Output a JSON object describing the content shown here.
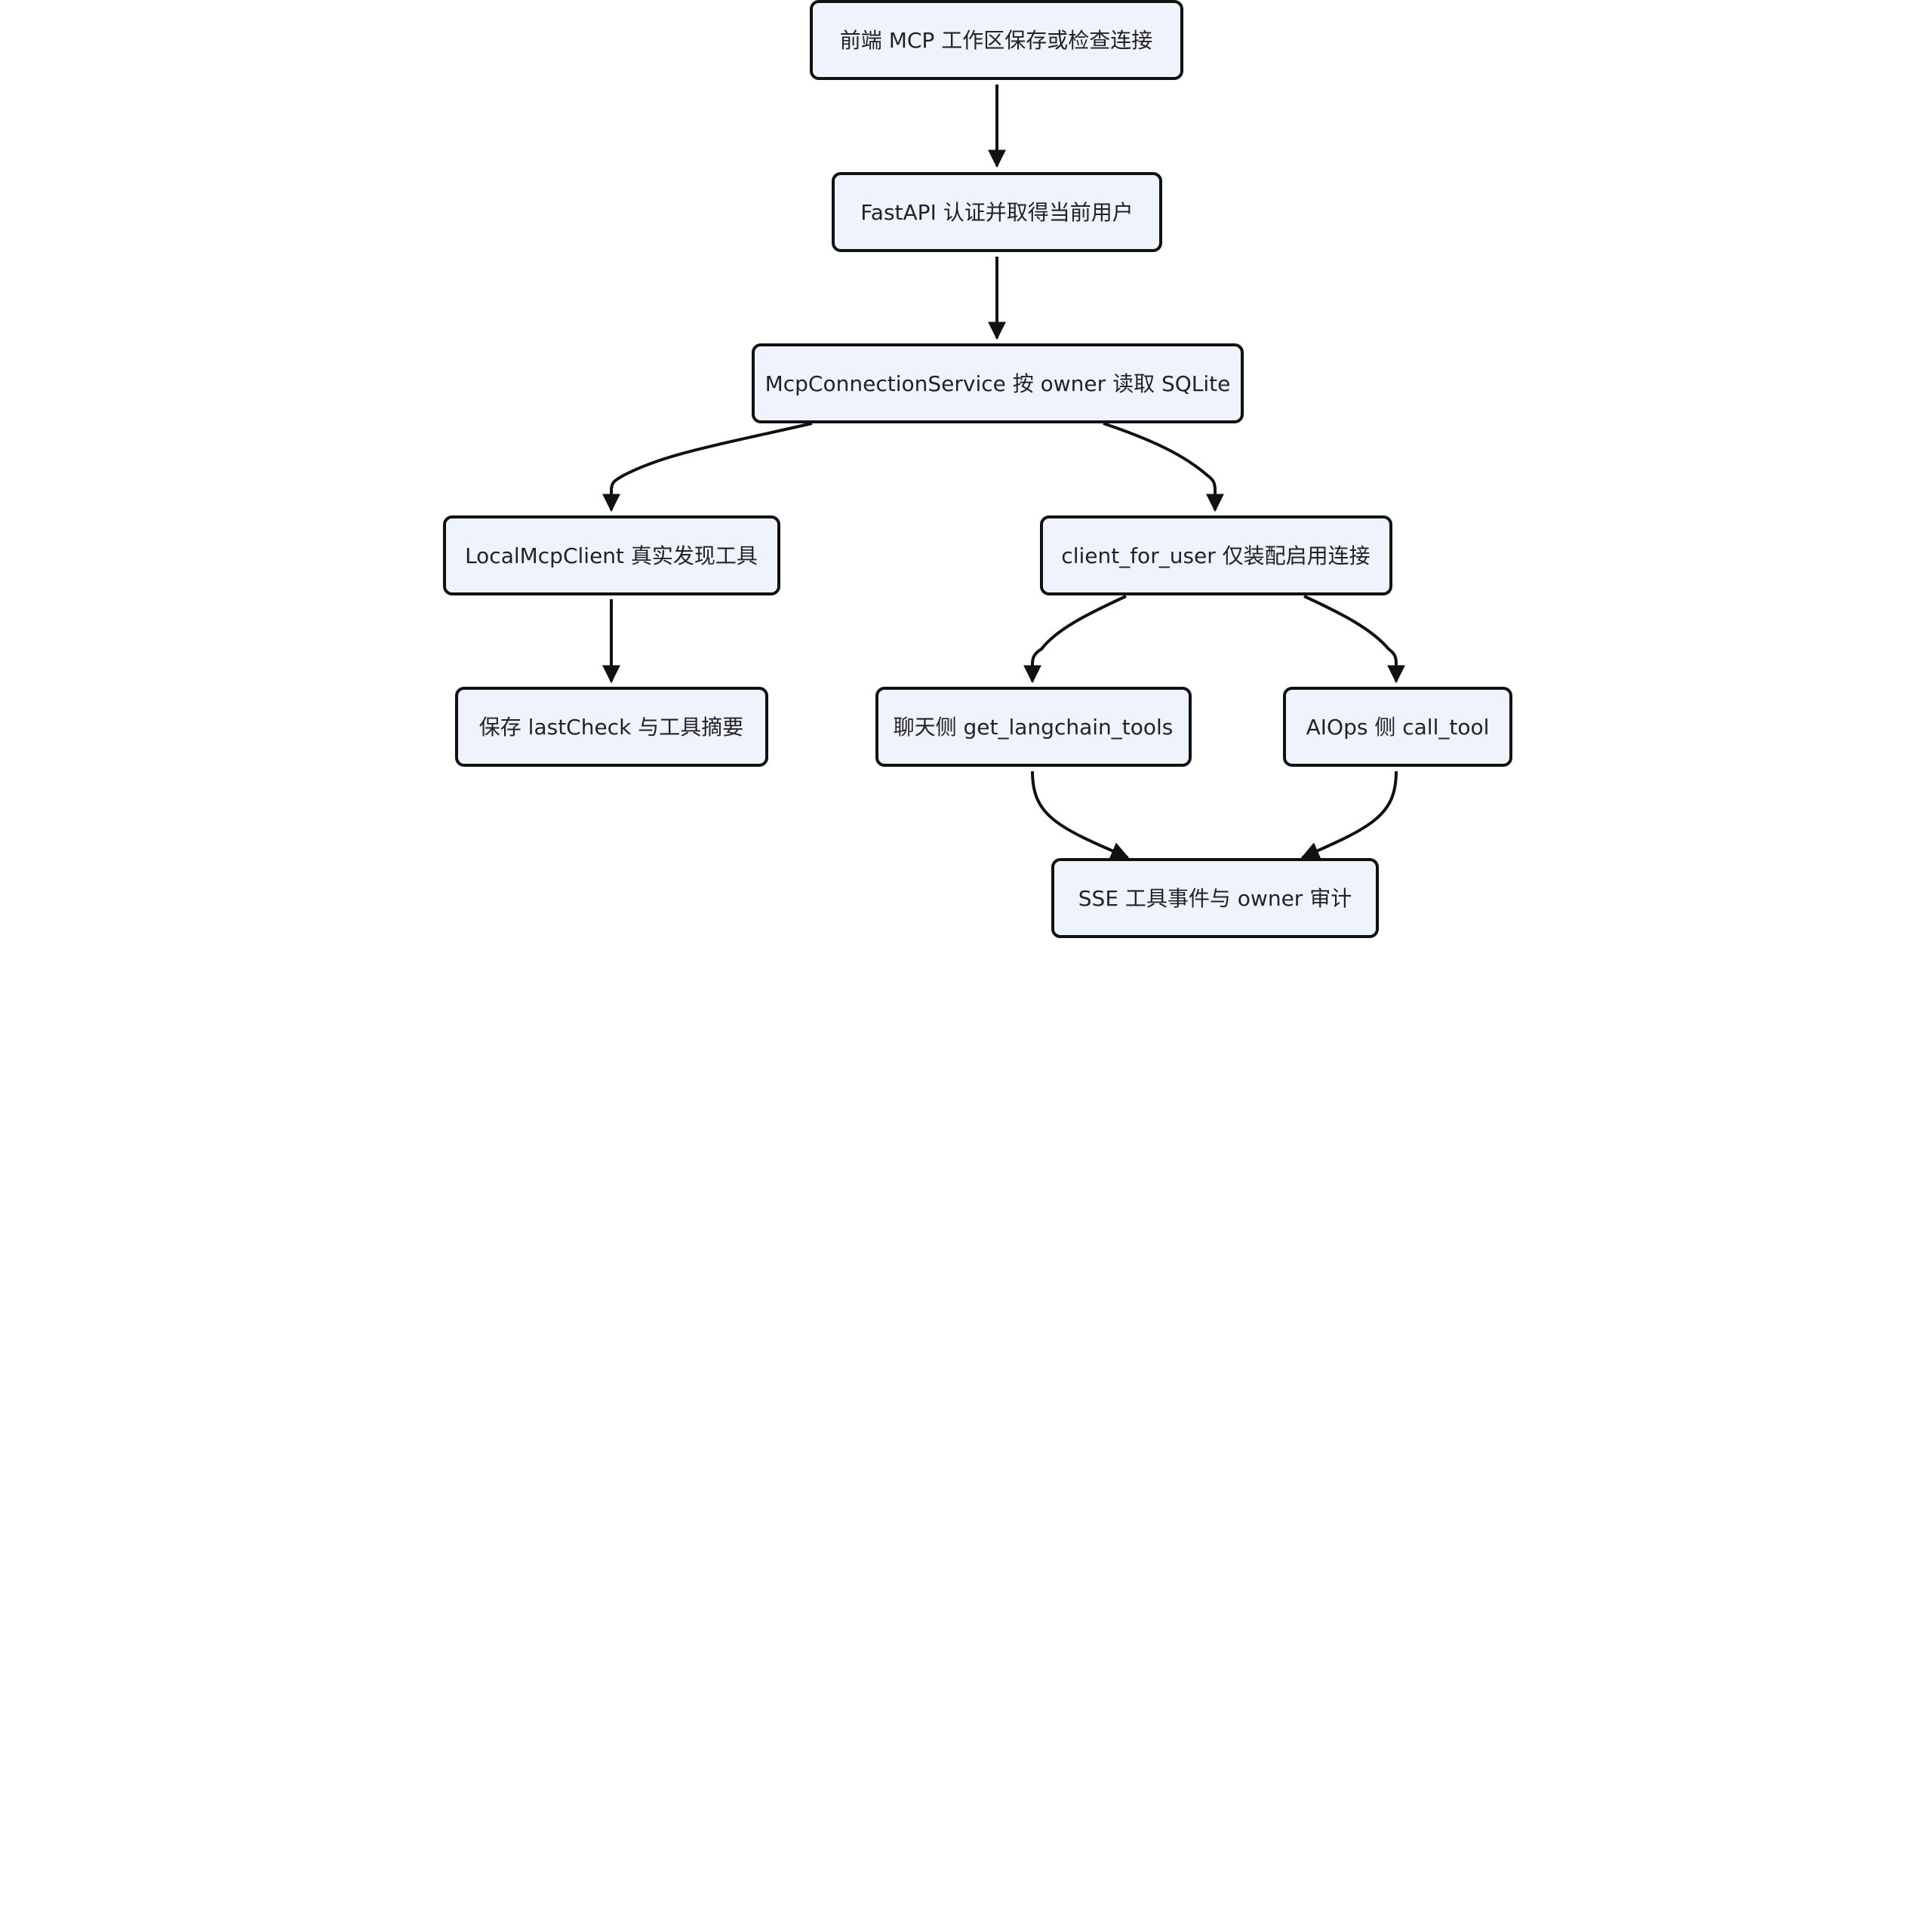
{
  "diagram": {
    "type": "flowchart",
    "nodes": {
      "frontend": "前端 MCP 工作区保存或检查连接",
      "auth": "FastAPI 认证并取得当前用户",
      "service": "McpConnectionService 按 owner 读取 SQLite",
      "local_client": "LocalMcpClient 真实发现工具",
      "save_check": "保存 lastCheck 与工具摘要",
      "client_for_user": "client_for_user 仅装配启用连接",
      "chat_tools": "聊天侧 get_langchain_tools",
      "aiops_call": "AIOps 侧 call_tool",
      "sse_audit": "SSE 工具事件与 owner 审计"
    },
    "edges": [
      [
        "frontend",
        "auth"
      ],
      [
        "auth",
        "service"
      ],
      [
        "service",
        "local_client"
      ],
      [
        "service",
        "client_for_user"
      ],
      [
        "local_client",
        "save_check"
      ],
      [
        "client_for_user",
        "chat_tools"
      ],
      [
        "client_for_user",
        "aiops_call"
      ],
      [
        "chat_tools",
        "sse_audit"
      ],
      [
        "aiops_call",
        "sse_audit"
      ]
    ]
  }
}
